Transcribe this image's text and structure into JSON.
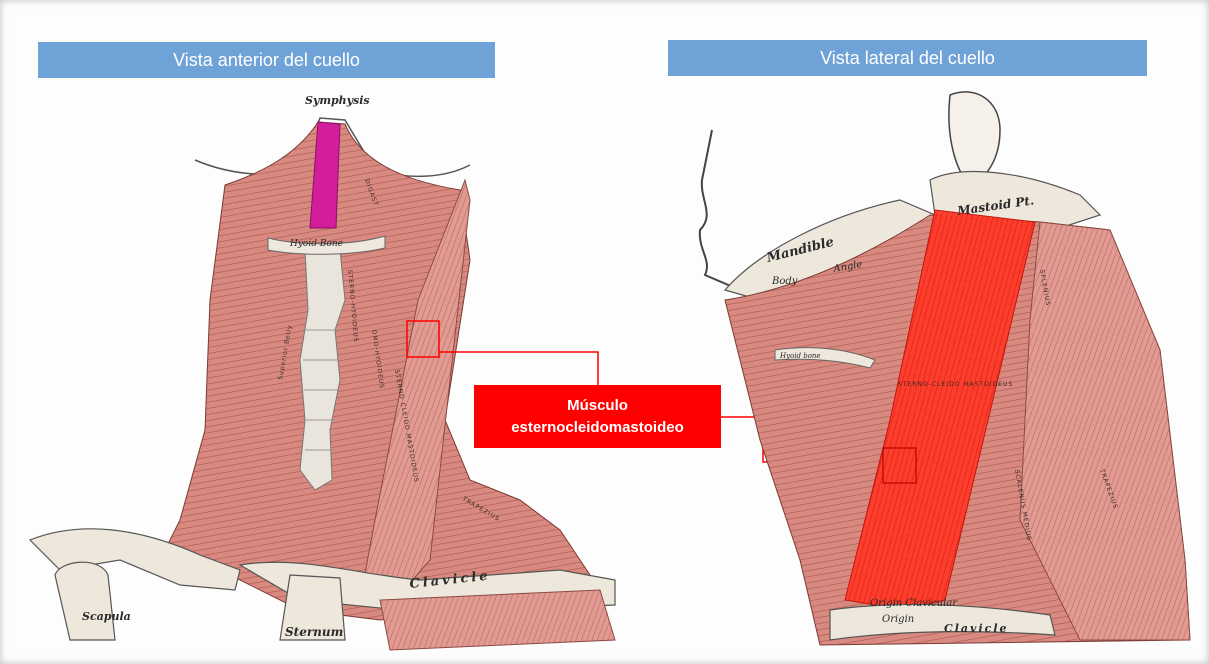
{
  "panels": {
    "left_title": "Vista anterior del  cuello",
    "right_title": "Vista lateral del  cuello"
  },
  "callout": {
    "line1": "Músculo",
    "line2": "esternocleidomastoideo"
  },
  "anterior_labels": {
    "symphysis": "Symphysis",
    "hyoid_bone": "Hyoid Bone",
    "scapula": "Scapula",
    "sternum": "Sternum",
    "clavicle": "Clavicle",
    "superior_belly": "Superior Belly",
    "omo_hyoideus": "OMO-HYOIDEUS",
    "sterno_hyoideus": "STERNO-HYOIDEUS",
    "sterno_cleido_mastoideus": "STERNO CLEIDO MASTOIDEUS",
    "trapezius": "TRAPEZIUS",
    "digastricus": "DIGAST"
  },
  "lateral_labels": {
    "mastoid": "Mastoid Pt.",
    "mandible": "Mandible",
    "body": "Body",
    "angle": "Angle",
    "hyoid": "Hyoid bone",
    "sterno_cleido_mastoideus": "STERNO-CLEIDO MASTOIDEUS",
    "origin_clavicular": "Origin Clavicular",
    "origin": "Origin",
    "clavicle": "Clavicle",
    "scalenus_medius": "SCALENUS MEDIUS",
    "trapezius": "TRAPEZIUS",
    "splenius": "SPLENIUS"
  },
  "colors": {
    "title_bar": "#6fa3d8",
    "callout": "#ff0000",
    "muscle": "#d88a80",
    "muscle_dark": "#b66a62",
    "highlight_scm": "#ff2a1a",
    "highlight_anterior": "#d21e9a"
  }
}
